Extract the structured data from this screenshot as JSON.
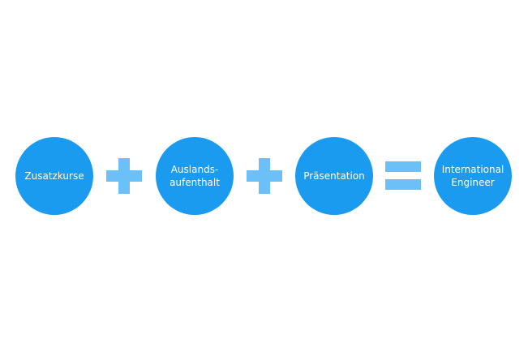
{
  "items": [
    {
      "label": "Zusatzkurse"
    },
    {
      "label": "Auslands-\naufenthalt"
    },
    {
      "label": "Präsentation"
    },
    {
      "label": "International\nEngineer"
    }
  ],
  "operators": [
    "plus",
    "plus",
    "equals"
  ],
  "colors": {
    "circle": "#1a9bf0",
    "operator": "#6cc0f8"
  }
}
